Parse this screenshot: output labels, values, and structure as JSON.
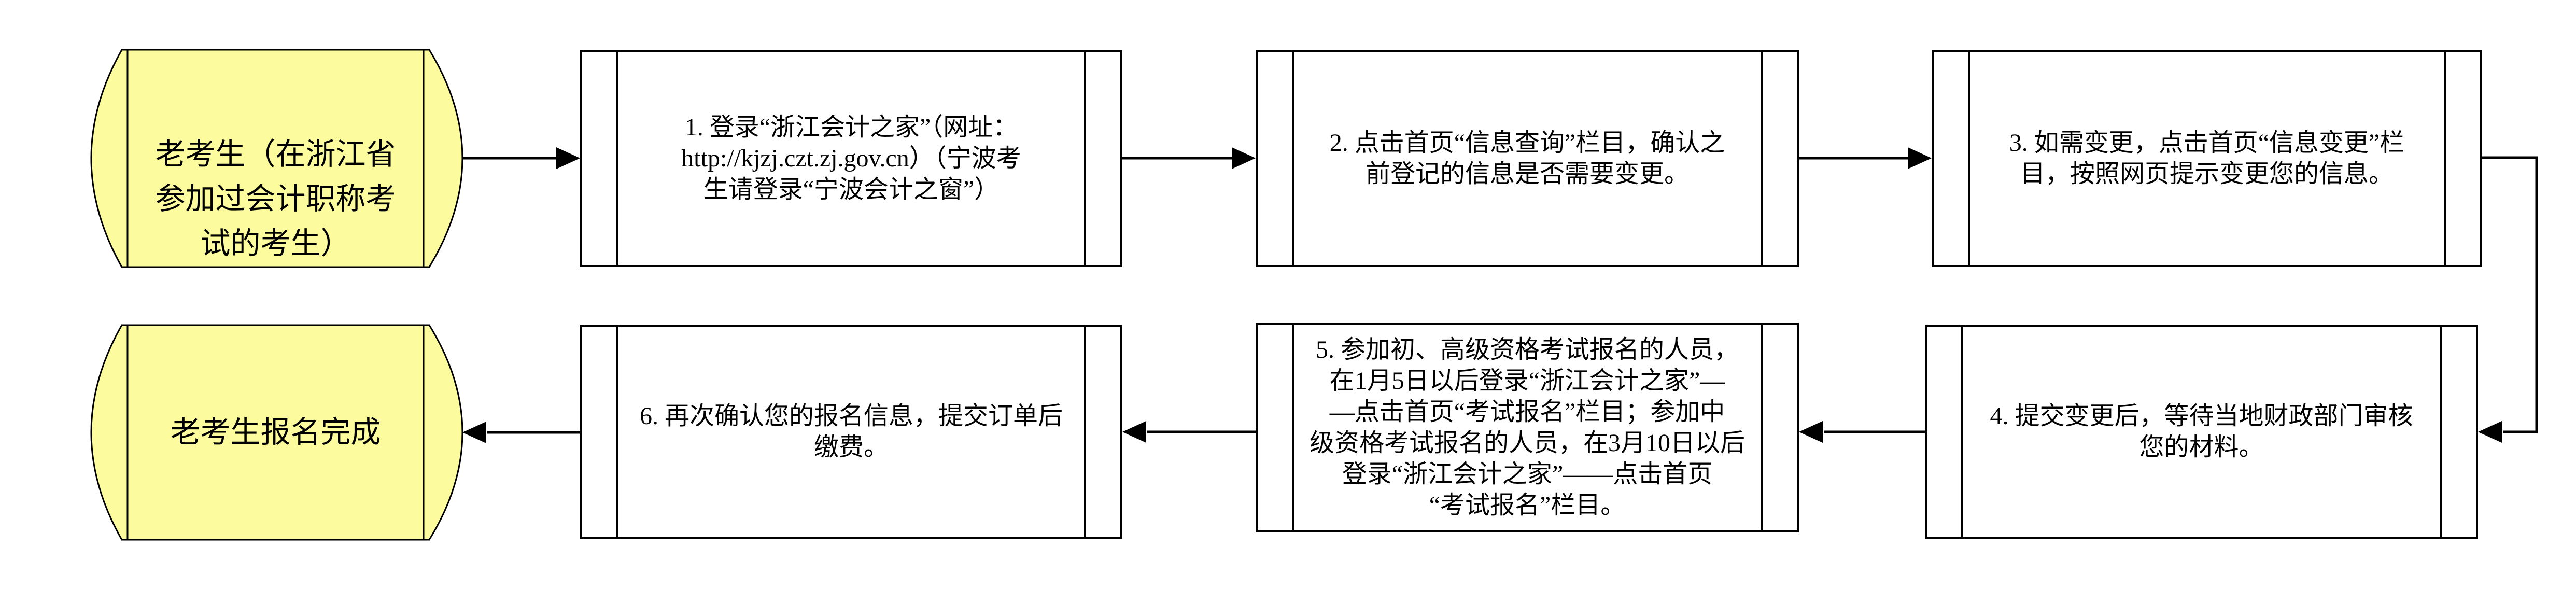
{
  "diagram": {
    "type": "flowchart",
    "language": "zh-CN",
    "colors": {
      "terminal_fill": "#FCFC9E",
      "process_fill": "#FFFFFF",
      "stroke": "#000000",
      "background": "#FFFFFF"
    },
    "start_node": {
      "lines": [
        "老考生（在浙江省",
        "参加过会计职称考",
        "试的考生）"
      ],
      "full_text": "老考生（在浙江省参加过会计职称考试的考生）"
    },
    "end_node": {
      "lines": [
        "老考生报名完成"
      ],
      "full_text": "老考生报名完成"
    },
    "steps": [
      {
        "id": "1",
        "lines": [
          "1. 登录“浙江会计之家”（网址：",
          "http://kjzj.czt.zj.gov.cn）（宁波考",
          "生请登录“宁波会计之窗”）"
        ],
        "full_text": "1.登录“浙江会计之家”（网址：http://kjzj.czt.zj.gov.cn）（宁波考生请登录“宁波会计之窗”）"
      },
      {
        "id": "2",
        "lines": [
          "2. 点击首页“信息查询”栏目，确认之",
          "前登记的信息是否需要变更。"
        ],
        "full_text": "2.点击首页“信息查询”栏目，确认之前登记的信息是否需要变更。"
      },
      {
        "id": "3",
        "lines": [
          "3. 如需变更，点击首页“信息变更”栏",
          "目，按照网页提示变更您的信息。"
        ],
        "full_text": "3.如需变更，点击首页“信息变更”栏目，按照网页提示变更您的信息。"
      },
      {
        "id": "4",
        "lines": [
          "4. 提交变更后，等待当地财政部门审核",
          "您的材料。"
        ],
        "full_text": "4.提交变更后，等待当地财政部门审核您的材料。"
      },
      {
        "id": "5",
        "lines": [
          "5. 参加初、高级资格考试报名的人员，",
          "在1月5日以后登录“浙江会计之家”—",
          "—点击首页“考试报名”栏目；参加中",
          "级资格考试报名的人员，在3月10日以后",
          "登录“浙江会计之家”——点击首页",
          "“考试报名”栏目。"
        ],
        "full_text": "5.参加初、高级资格考试报名的人员，在1月5日以后登录“浙江会计之家”——点击首页“考试报名”栏目；参加中级资格考试报名的人员，在3月10日以后登录“浙江会计之家”——点击首页“考试报名”栏目。"
      },
      {
        "id": "6",
        "lines": [
          "6. 再次确认您的报名信息，提交订单后",
          "缴费。"
        ],
        "full_text": "6.再次确认您的报名信息，提交订单后缴费。"
      }
    ],
    "flow_order": [
      "start",
      "1",
      "2",
      "3",
      "4",
      "5",
      "6",
      "end"
    ]
  }
}
